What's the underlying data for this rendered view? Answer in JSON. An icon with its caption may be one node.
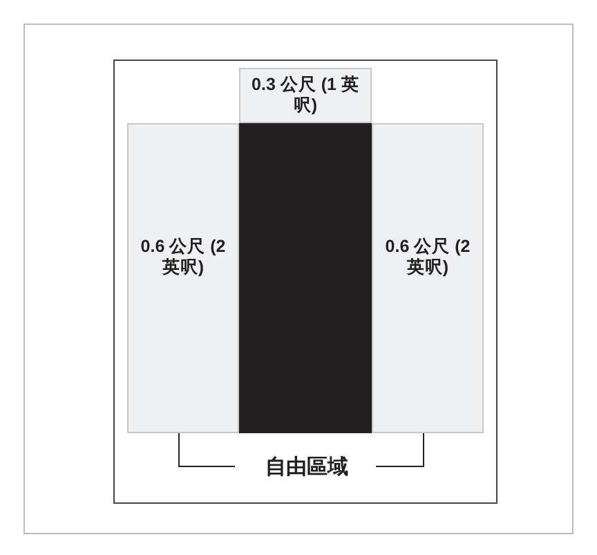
{
  "diagram": {
    "nodes": [
      {
        "text": [
          "0.3 公尺 (1 英呎)"
        ]
      },
      {
        "text": [
          "0.6 公尺 (2 英呎)"
        ]
      },
      {
        "text": [],
        "shape": "box"
      },
      {
        "text": [
          "0.6 公尺 (2 英呎)"
        ]
      },
      {
        "text": [
          "自由區域"
        ]
      }
    ],
    "edges": [
      {
        "from": 4,
        "to": 1,
        "arrow": "none"
      },
      {
        "from": 4,
        "to": 3,
        "arrow": "none"
      }
    ]
  }
}
